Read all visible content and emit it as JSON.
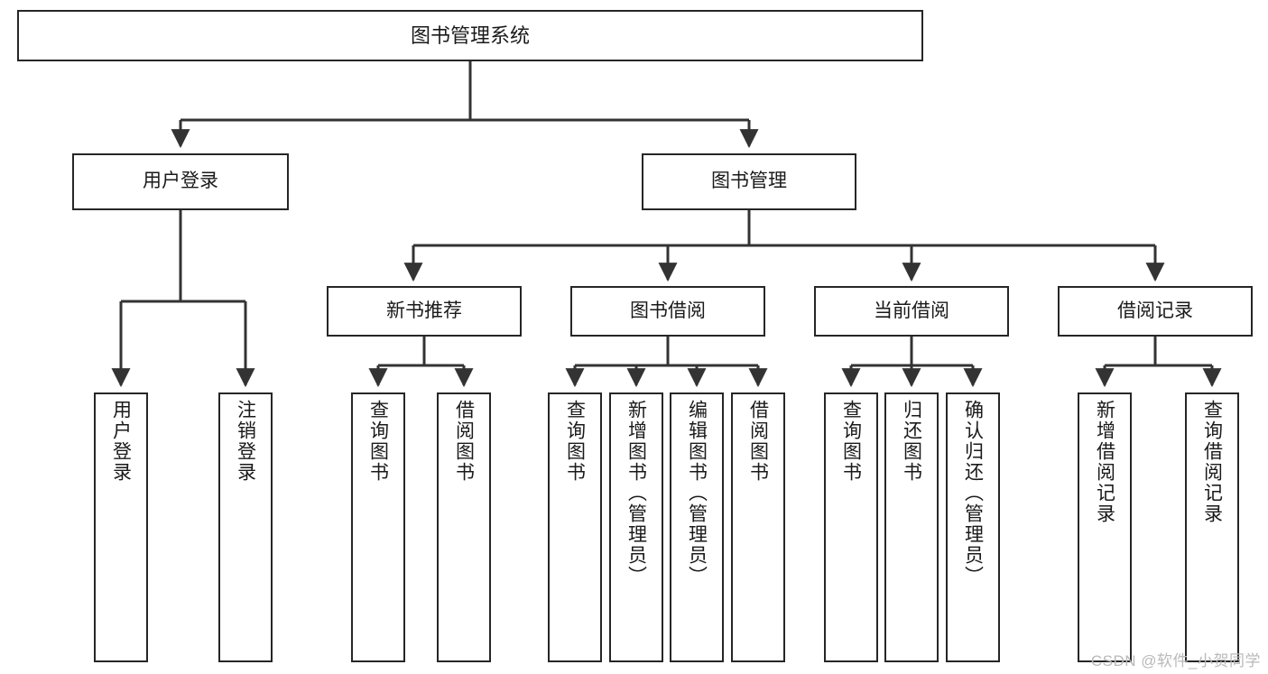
{
  "diagram": {
    "title": "图书管理系统",
    "watermark": "CSDN @软件_小贺同学",
    "line_color": "#333333",
    "box_border_color": "#262626",
    "background_color": "#ffffff",
    "text_color": "#1a1a1a"
  },
  "nodes": {
    "root": {
      "label": "图书管理系统"
    },
    "level2": [
      {
        "label": "用户登录"
      },
      {
        "label": "图书管理"
      }
    ],
    "level3": [
      {
        "label": "新书推荐"
      },
      {
        "label": "图书借阅"
      },
      {
        "label": "当前借阅"
      },
      {
        "label": "借阅记录"
      }
    ],
    "leaves": {
      "user_login": [
        {
          "label": "用户登录"
        },
        {
          "label": "注销登录"
        }
      ],
      "new_book_recommend": [
        {
          "label": "查询图书"
        },
        {
          "label": "借阅图书"
        }
      ],
      "book_borrow": [
        {
          "label": "查询图书"
        },
        {
          "label": "新增图书（管理员）"
        },
        {
          "label": "编辑图书（管理员）"
        },
        {
          "label": "借阅图书"
        }
      ],
      "current_borrow": [
        {
          "label": "查询图书"
        },
        {
          "label": "归还图书"
        },
        {
          "label": "确认归还（管理员）"
        }
      ],
      "borrow_record": [
        {
          "label": "新增借阅记录"
        },
        {
          "label": "查询借阅记录"
        }
      ]
    }
  },
  "chart_data": {
    "type": "diagram",
    "subtype": "tree-hierarchy",
    "title": "图书管理系统",
    "orientation": "top-down",
    "edge_style": "orthogonal-with-arrowheads",
    "levels": 4,
    "tree": {
      "name": "图书管理系统",
      "children": [
        {
          "name": "用户登录",
          "children": [
            {
              "name": "用户登录"
            },
            {
              "name": "注销登录"
            }
          ]
        },
        {
          "name": "图书管理",
          "children": [
            {
              "name": "新书推荐",
              "children": [
                {
                  "name": "查询图书"
                },
                {
                  "name": "借阅图书"
                }
              ]
            },
            {
              "name": "图书借阅",
              "children": [
                {
                  "name": "查询图书"
                },
                {
                  "name": "新增图书（管理员）"
                },
                {
                  "name": "编辑图书（管理员）"
                },
                {
                  "name": "借阅图书"
                }
              ]
            },
            {
              "name": "当前借阅",
              "children": [
                {
                  "name": "查询图书"
                },
                {
                  "name": "归还图书"
                },
                {
                  "name": "确认归还（管理员）"
                }
              ]
            },
            {
              "name": "借阅记录",
              "children": [
                {
                  "name": "新增借阅记录"
                },
                {
                  "name": "查询借阅记录"
                }
              ]
            }
          ]
        }
      ]
    }
  }
}
